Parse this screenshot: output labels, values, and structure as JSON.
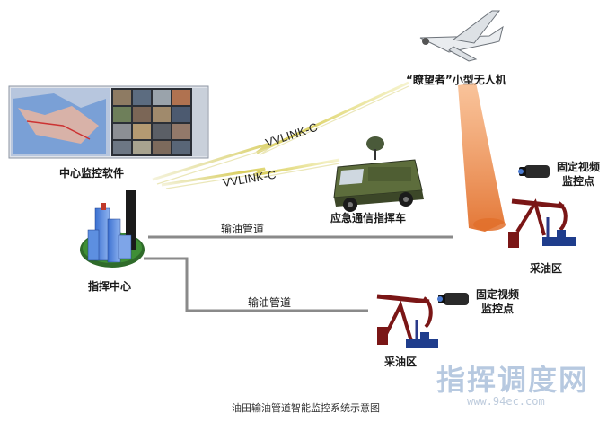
{
  "diagram": {
    "nodes": {
      "uav_label": "“瞭望者”小型无人机",
      "software_label": "中心监控软件",
      "vehicle_label": "应急通信指挥车",
      "center_label": "指挥中心",
      "camera1_label": "固定视频\n监控点",
      "camera2_label": "固定视频\n监控点",
      "field1_label": "采油区",
      "field2_label": "采油区"
    },
    "links": {
      "link_uav": "VVLINK-C",
      "link_vehicle": "VVLINK-C",
      "pipeline_1": "输油管道",
      "pipeline_2": "输油管道"
    },
    "caption": "油田输油管道智能监控系统示意图"
  },
  "watermark": {
    "title": "指挥调度网",
    "url": "www.94ec.com"
  },
  "colors": {
    "beam": "#e2702c",
    "pipeline": "#8a8a8a",
    "pumpjack": "#7a1616",
    "link_flash": "#d6c94a",
    "watermark": "#9fb7d6"
  }
}
